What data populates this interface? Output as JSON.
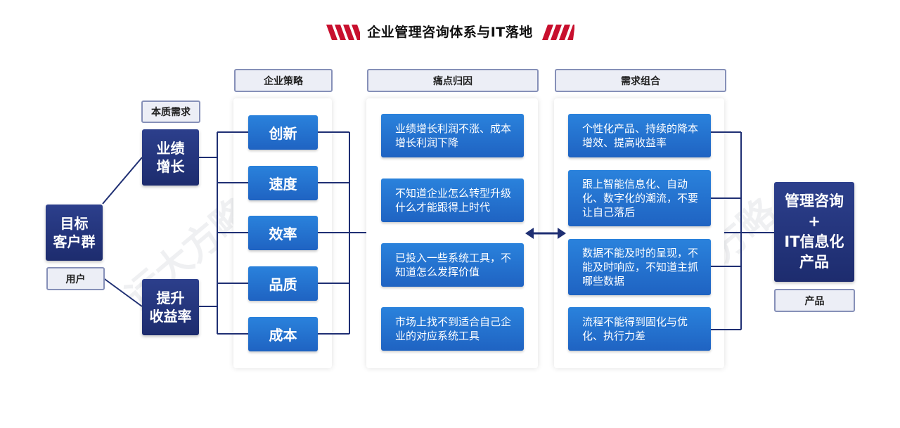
{
  "title": "企业管理咨询体系与IT落地",
  "watermark": "远大方略",
  "colors": {
    "dark_navy": "#1f2f73",
    "blue": "#2276d2",
    "accent_red": "#c8102e",
    "line": "#1f2f73"
  },
  "left": {
    "target_group": "目标\n客户群",
    "user_tag": "用户",
    "essence_tag": "本质需求",
    "need_top": "业绩\n增长",
    "need_bottom": "提升\n收益率"
  },
  "strategy": {
    "header": "企业策略",
    "items": [
      "创新",
      "速度",
      "效率",
      "品质",
      "成本"
    ]
  },
  "pain": {
    "header": "痛点归因",
    "items": [
      "业绩增长利润不涨、成本增长利润下降",
      "不知道企业怎么转型升级什么才能跟得上时代",
      "已投入一些系统工具，不知道怎么发挥价值",
      "市场上找不到适合自己企业的对应系统工具"
    ]
  },
  "demand": {
    "header": "需求组合",
    "items": [
      "个性化产品、持续的降本增效、提高收益率",
      "跟上智能信息化、自动化、数字化的潮流，不要让自己落后",
      "数据不能及时的呈现，不能及时响应，不知道主抓哪些数据",
      "流程不能得到固化与优化、执行力差"
    ]
  },
  "right": {
    "product_box": "管理咨询\n+\nIT信息化\n产品",
    "product_tag": "产品"
  },
  "icons": {
    "bidirectional_arrow": "double-arrow-icon",
    "title_stripes": "stripes-icon"
  }
}
